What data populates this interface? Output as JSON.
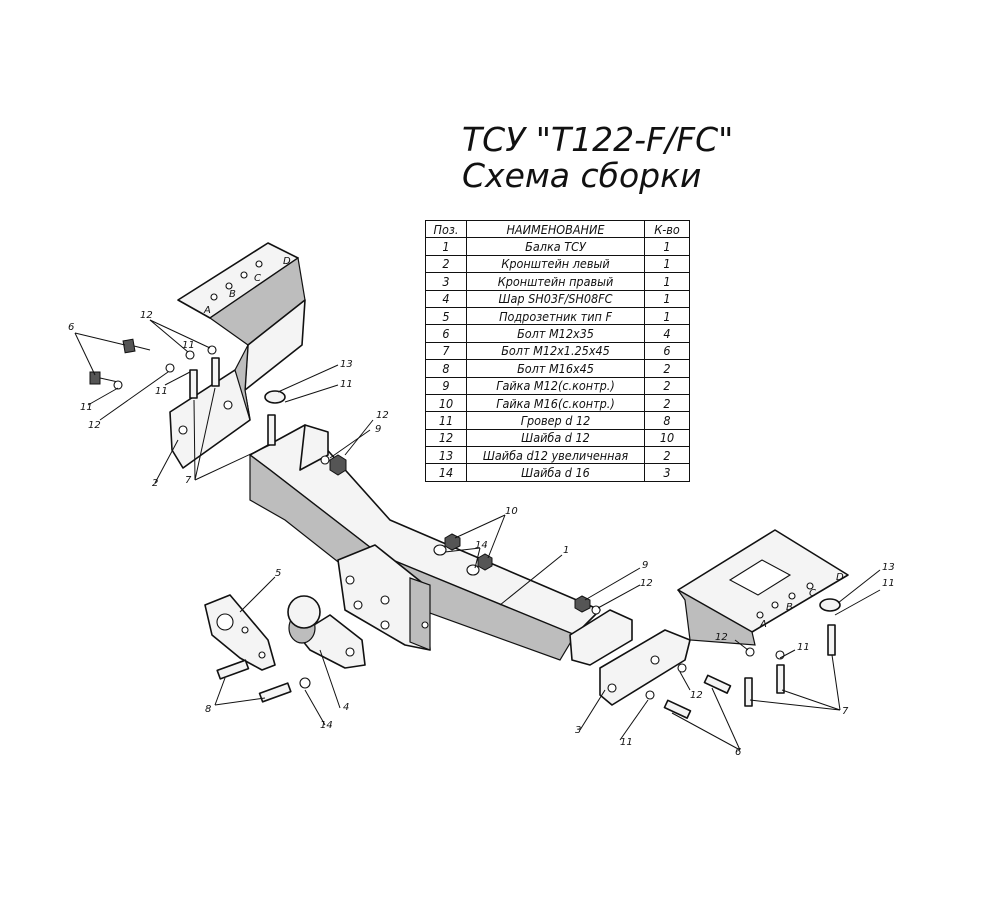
{
  "title": "ТСУ \"Т122-F/FC\"",
  "subtitle": "Схема сборки",
  "parts_table": {
    "headers": [
      "Поз.",
      "НАИМЕНОВАНИЕ",
      "К-во"
    ],
    "rows": [
      [
        "1",
        "Балка ТСУ",
        "1"
      ],
      [
        "2",
        "Кронштейн левый",
        "1"
      ],
      [
        "3",
        "Кронштейн правый",
        "1"
      ],
      [
        "4",
        "Шар SH03F/SH08FC",
        "1"
      ],
      [
        "5",
        "Подрозетник тип F",
        "1"
      ],
      [
        "6",
        "Болт М12х35",
        "4"
      ],
      [
        "7",
        "Болт М12х1.25х45",
        "6"
      ],
      [
        "8",
        "Болт М16х45",
        "2"
      ],
      [
        "9",
        "Гайка М12(с.контр.)",
        "2"
      ],
      [
        "10",
        "Гайка  М16(с.контр.)",
        "2"
      ],
      [
        "11",
        "Гровер d 12",
        "8"
      ],
      [
        "12",
        "Шайба d 12",
        "10"
      ],
      [
        "13",
        "Шайба d12 увеличенная",
        "2"
      ],
      [
        "14",
        "Шайба d 16",
        "3"
      ]
    ]
  },
  "callouts": {
    "c1": "1",
    "c2": "2",
    "c3": "3",
    "c4": "4",
    "c5": "5",
    "c6a": "6",
    "c6b": "6",
    "c7a": "7",
    "c7b": "7",
    "c8": "8",
    "c9a": "9",
    "c9b": "9",
    "c10": "10",
    "c11a": "11",
    "c11b": "11",
    "c11c": "11",
    "c11d": "11",
    "c11e": "11",
    "c11f": "11",
    "c12a": "12",
    "c12b": "12",
    "c12c": "12",
    "c12d": "12",
    "c12e": "12",
    "c12f": "12",
    "c13a": "13",
    "c13b": "13",
    "c14a": "14",
    "c14b": "14"
  },
  "hole_marks": {
    "left": [
      "A",
      "B",
      "C",
      "D"
    ],
    "right": [
      "A",
      "B",
      "C",
      "D"
    ]
  }
}
